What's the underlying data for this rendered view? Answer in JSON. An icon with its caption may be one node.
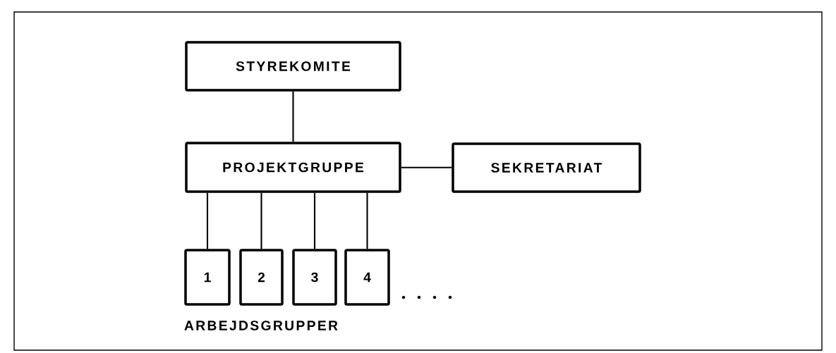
{
  "diagram": {
    "nodes": [
      {
        "text": [
          "STYREKOMITE"
        ]
      },
      {
        "text": [
          "PROJEKTGRUPPE"
        ]
      },
      {
        "text": [
          "SEKRETARIAT"
        ]
      },
      {
        "text": [
          "1"
        ]
      },
      {
        "text": [
          "2"
        ]
      },
      {
        "text": [
          "3"
        ]
      },
      {
        "text": [
          "4"
        ]
      }
    ],
    "edges": [
      {
        "from": 0,
        "to": 1,
        "arrow": "none"
      },
      {
        "from": 1,
        "to": 2,
        "arrow": "none"
      },
      {
        "from": 1,
        "to": 3,
        "arrow": "none"
      },
      {
        "from": 1,
        "to": 4,
        "arrow": "none"
      },
      {
        "from": 1,
        "to": 5,
        "arrow": "none"
      },
      {
        "from": 1,
        "to": 6,
        "arrow": "none"
      }
    ],
    "labels": [
      "ARBEJDSGRUPPER"
    ]
  }
}
